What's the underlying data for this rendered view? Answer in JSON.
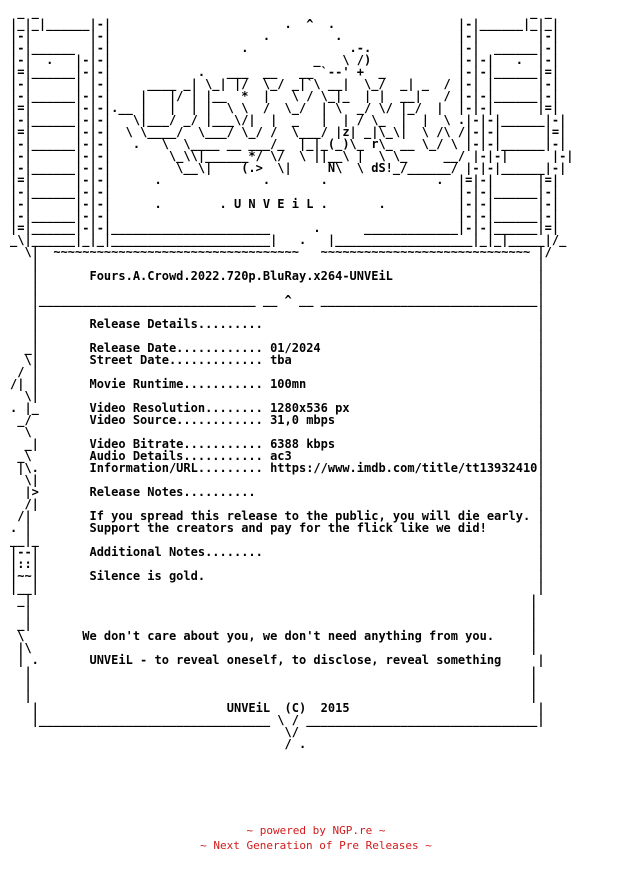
{
  "nfo": {
    "art_lines": [
      " _ _                                                                    _ _",
      "|_|_|______|-|                        .  ^  .                 |-|______|_|_|",
      "|-|        |-|                     .         .                |-|        |-|",
      "|-|______  |-|                  .              .-.            |-|  ______|-|",
      "|-|  .   |-|-|                            _   \\ /)            |-|-|   .  |-|",
      "|=|______|-|-|            .   ___  __   __ `--' +  _          |-|-|______|=|",
      "|-|      | |-|     ____ _| \\_| |/  \\_/ _|`\\ __|  \\_/  _| _  / |-| |      |-|",
      "|-|______|-|-|    |   |/ | |__  *  |   \\ / \\_|_  | |  __|   / |-|-|______|-|",
      "|=|      |-|-|.__ |   |  | |  \\ \\  /  \\_/  | \\  _/ \\/ |_/  |  |-|-|      |=|",
      "|-|______|-|-|   \\|___/ _/ |___\\/|  |  _   |  | / \\_  |  |  \\ .|-|-|______|-|",
      "|=|      |-|-|  \\ \\____/  \\___/ \\_/ /  \\___/ |z| _|\\_\\|  \\ /\\ /|-|-|      |=|",
      "|-|______|-|-|   .   \\  \\____ __ ___/_  |_|_(_)\\_ r\\_ __ \\_/ \\ |-|-|______|-|",
      "|-|      |-|-|        \\_\\\\|______*/ \\/  \\ ||__\\ |  \\ \\_     __/ |-|-|      |-|",
      "|-|______|-|-|         \\__\\|    (.>  \\|     N\\  \\ dS!_/______/ |-|-|______|-|",
      "|=|      |-|-|      .              .       .               .  |=|-|      |=|",
      "|-|______|-|-|                                                |-|-|______|-|",
      "|-|      |-|-|      .        . U N V E i L .       .          |-|-|      |-|",
      "|-|______|-|-|                                                |-|-|______|-|",
      "|=|______|-|-|______________________      .      _____________|-|-|______|=|",
      "_\\|______|_|_|______________________|   .   |___________________|_|_|_____|/_",
      "  \\|  ~~~~~~~~~~~~~~~~~~~~~~~~~~~~~~~~~~   ~~~~~~~~~~~~~~~~~~~~~~~~~~~~~ |/",
      "   |                                                                     |"
    ],
    "release_name": "Fours.A.Crowd.2022.720p.BluRay.x264-UNVEiL",
    "sections": {
      "release_details": "Release Details.........",
      "release_notes": "Release Notes..........",
      "additional_notes": "Additional Notes........"
    },
    "fields": [
      {
        "label": "Release Date............",
        "value": "01/2024"
      },
      {
        "label": "Street Date.............",
        "value": "tba"
      },
      {
        "label": "Movie Runtime...........",
        "value": "100mn"
      },
      {
        "label": "Video Resolution........",
        "value": "1280x536 px"
      },
      {
        "label": "Video Source............",
        "value": "31,0 mbps"
      },
      {
        "label": "Video Bitrate...........",
        "value": "6388 kbps"
      },
      {
        "label": "Audio Details...........",
        "value": "ac3"
      },
      {
        "label": "Information/URL.........",
        "value": "https://www.imdb.com/title/tt13932410/"
      }
    ],
    "release_notes_text": [
      "If you spread this release to the public, you will die early.",
      "Support the creators and pay for the flick like we did!"
    ],
    "additional_notes_text": "Silence is gold.",
    "motto": "We don't care about you, we don't need anything from you.",
    "definition": "UNVEiL - to reveal oneself, to disclose, reveal something",
    "signature": "UNVEiL  (C)  2015"
  },
  "footer": {
    "line1": "~ powered by NGP.re ~",
    "line2": "~ Next Generation of Pre Releases ~"
  }
}
